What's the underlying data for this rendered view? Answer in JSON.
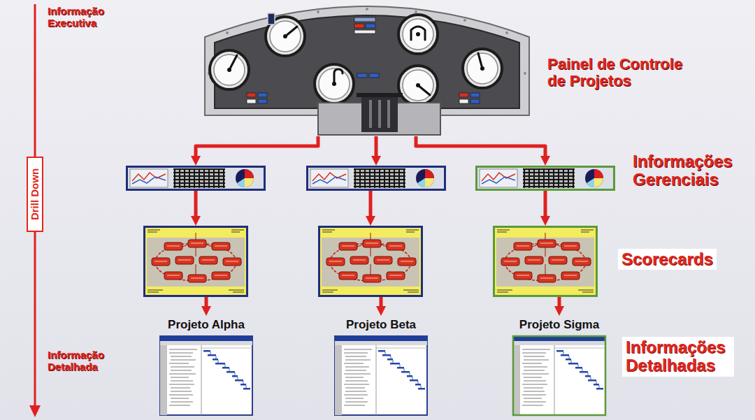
{
  "diagram": {
    "nodes": [
      {
        "text": []
      },
      {
        "text": []
      },
      {
        "text": []
      },
      {
        "text": []
      },
      {
        "text": []
      },
      {
        "text": []
      },
      {
        "text": []
      },
      {
        "text": [
          "Projeto Alpha"
        ]
      },
      {
        "text": [
          "Projeto Beta"
        ]
      },
      {
        "text": [
          "Projeto Sigma"
        ]
      }
    ],
    "edges": [
      {
        "from": 0,
        "to": 1,
        "arrow": "to"
      },
      {
        "from": 0,
        "to": 2,
        "arrow": "to"
      },
      {
        "from": 0,
        "to": 3,
        "arrow": "to"
      },
      {
        "from": 1,
        "to": 4,
        "arrow": "to"
      },
      {
        "from": 2,
        "to": 5,
        "arrow": "to"
      },
      {
        "from": 3,
        "to": 6,
        "arrow": "to"
      },
      {
        "from": 4,
        "to": 7,
        "arrow": "to"
      },
      {
        "from": 5,
        "to": 8,
        "arrow": "to"
      },
      {
        "from": 6,
        "to": 9,
        "arrow": "to"
      }
    ],
    "labels": [
      "Informação Executiva",
      "Painel de Controle de Projetos",
      "Drill Down",
      "Informações Gerenciais",
      "Scorecards",
      "Informação Detalhada",
      "Informações Detalhadas"
    ]
  }
}
